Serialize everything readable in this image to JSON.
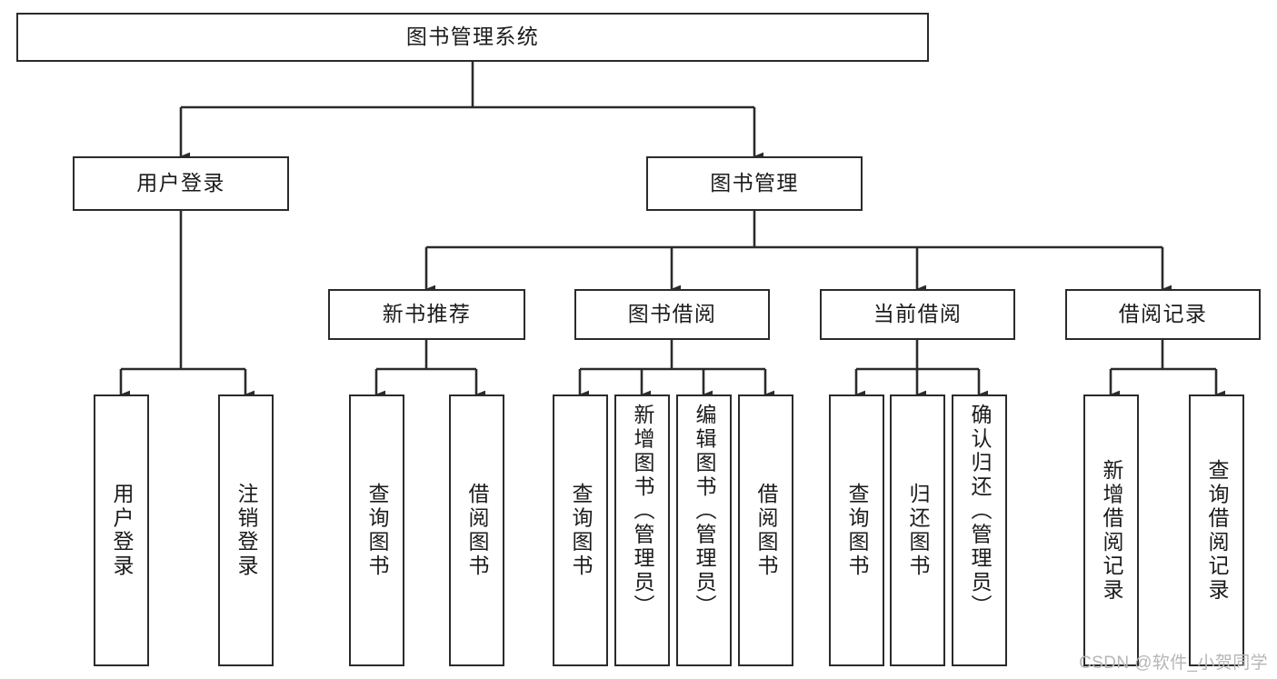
{
  "diagram": {
    "title": "图书管理系统",
    "type": "tree",
    "watermark": "CSDN @软件_小贺同学",
    "colors": {
      "border": "#2b2b2b",
      "background": "#ffffff",
      "text": "#1b1b1b",
      "connector": "#2b2b2b",
      "watermark": "#b6b6b6"
    },
    "levels": {
      "root": "图书管理系统",
      "level2": [
        "用户登录",
        "图书管理"
      ],
      "level3": [
        "新书推荐",
        "图书借阅",
        "当前借阅",
        "借阅记录"
      ],
      "level4": [
        "用户登录",
        "注销登录",
        "查询图书",
        "借阅图书",
        "查询图书",
        "新增图书（管理员）",
        "编辑图书（管理员）",
        "借阅图书",
        "查询图书",
        "归还图书",
        "确认归还（管理员）",
        "新增借阅记录",
        "查询借阅记录"
      ]
    },
    "nodes": {
      "root": {
        "label": "图书管理系统"
      },
      "user_login": {
        "label": "用户登录"
      },
      "book_manage": {
        "label": "图书管理"
      },
      "new_book_rec": {
        "label": "新书推荐"
      },
      "book_borrow": {
        "label": "图书借阅"
      },
      "current_borrow": {
        "label": "当前借阅"
      },
      "borrow_record": {
        "label": "借阅记录"
      },
      "leaf_user_login": {
        "label": "用户登录"
      },
      "leaf_logout": {
        "label": "注销登录"
      },
      "leaf_query_book_a": {
        "label": "查询图书"
      },
      "leaf_borrow_book_a": {
        "label": "借阅图书"
      },
      "leaf_query_book_b": {
        "label": "查询图书"
      },
      "leaf_add_book": {
        "label": "新增图书（管理员）"
      },
      "leaf_edit_book": {
        "label": "编辑图书（管理员）"
      },
      "leaf_borrow_book_b": {
        "label": "借阅图书"
      },
      "leaf_query_book_c": {
        "label": "查询图书"
      },
      "leaf_return_book": {
        "label": "归还图书"
      },
      "leaf_confirm_return": {
        "label": "确认归还（管理员）"
      },
      "leaf_add_record": {
        "label": "新增借阅记录"
      },
      "leaf_query_record": {
        "label": "查询借阅记录"
      }
    },
    "edges": [
      {
        "from": "root",
        "to": "user_login"
      },
      {
        "from": "root",
        "to": "book_manage"
      },
      {
        "from": "user_login",
        "to": "leaf_user_login"
      },
      {
        "from": "user_login",
        "to": "leaf_logout"
      },
      {
        "from": "book_manage",
        "to": "new_book_rec"
      },
      {
        "from": "book_manage",
        "to": "book_borrow"
      },
      {
        "from": "book_manage",
        "to": "current_borrow"
      },
      {
        "from": "book_manage",
        "to": "borrow_record"
      },
      {
        "from": "new_book_rec",
        "to": "leaf_query_book_a"
      },
      {
        "from": "new_book_rec",
        "to": "leaf_borrow_book_a"
      },
      {
        "from": "book_borrow",
        "to": "leaf_query_book_b"
      },
      {
        "from": "book_borrow",
        "to": "leaf_add_book"
      },
      {
        "from": "book_borrow",
        "to": "leaf_edit_book"
      },
      {
        "from": "book_borrow",
        "to": "leaf_borrow_book_b"
      },
      {
        "from": "current_borrow",
        "to": "leaf_query_book_c"
      },
      {
        "from": "current_borrow",
        "to": "leaf_return_book"
      },
      {
        "from": "current_borrow",
        "to": "leaf_confirm_return"
      },
      {
        "from": "borrow_record",
        "to": "leaf_add_record"
      },
      {
        "from": "borrow_record",
        "to": "leaf_query_record"
      }
    ]
  }
}
